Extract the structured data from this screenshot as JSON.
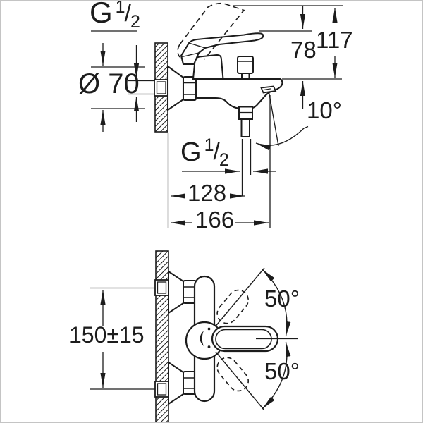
{
  "colors": {
    "line": "#1c1c1c",
    "background": "#ffffff",
    "border": "#c4c4c4"
  },
  "side_view": {
    "inlet_thread": {
      "prefix": "G",
      "numerator": "1",
      "slash": "/",
      "denominator": "2"
    },
    "escutcheon_diameter": "Ø 70",
    "lever_height": "78",
    "raised_lever_height": "117",
    "aerator_angle": "10°",
    "outlet_thread": {
      "prefix": "G",
      "numerator": "1",
      "slash": "/",
      "denominator": "2"
    },
    "wall_to_outlet": "128",
    "wall_to_spout_tip": "166"
  },
  "plan_view": {
    "inlet_spacing": "150±15",
    "handle_swing_upper": "50°",
    "handle_swing_lower": "50°"
  }
}
